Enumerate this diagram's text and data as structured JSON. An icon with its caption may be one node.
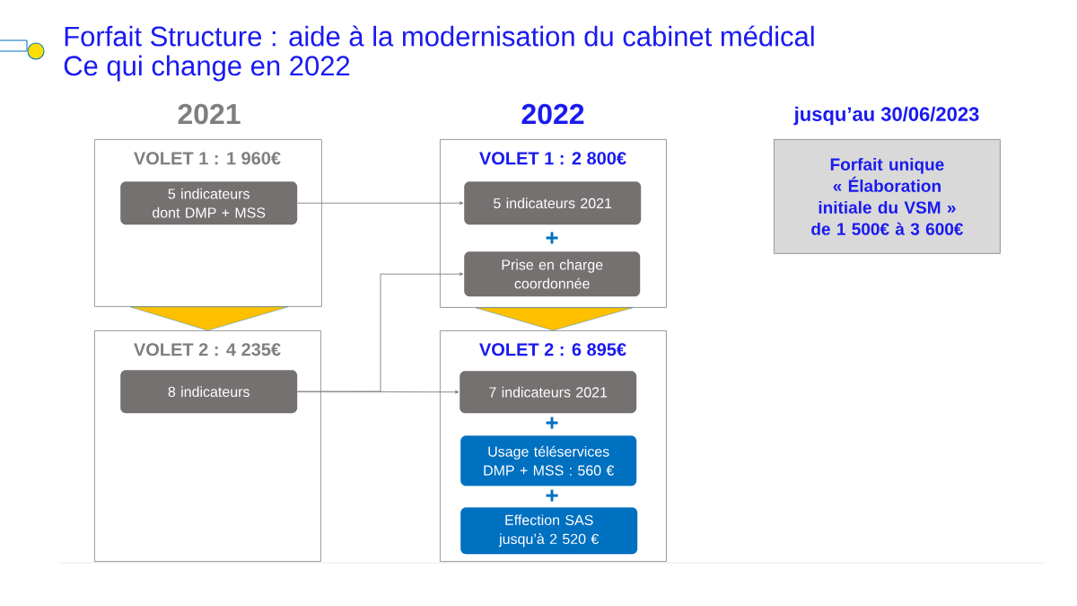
{
  "diagram": {
    "title": "Forfait Structure : aide à la modernisation du cabinet médical",
    "nodes": [
      {
        "text": [
          "VOLET 1 : 1 960€"
        ]
      },
      {
        "text": [
          "5 indicateurs dont DMP + MSS"
        ],
        "in": 0
      },
      {
        "text": [
          "VOLET 2 : 4 235€"
        ]
      },
      {
        "text": [
          "8 indicateurs"
        ],
        "in": 2
      },
      {
        "text": [
          "VOLET 1 : 2 800€"
        ]
      },
      {
        "text": [
          "5 indicateurs 2021"
        ],
        "in": 4
      },
      {
        "text": [
          "Prise en charge coordonnée"
        ],
        "in": 4
      },
      {
        "text": [
          "VOLET 2 : 6 895€"
        ]
      },
      {
        "text": [
          "7 indicateurs 2021"
        ],
        "in": 7
      },
      {
        "text": [
          "Usage téléservices DMP + MSS : 560 €"
        ],
        "in": 7
      },
      {
        "text": [
          "Effection SAS jusqu’à 2 520 €"
        ],
        "in": 7
      },
      {
        "text": [
          "Forfait unique « Élaboration initiale du VSM » de 1 500€ à 3 600€"
        ]
      }
    ],
    "edges": [
      {
        "from": 1,
        "to": 5,
        "arrow": "to"
      },
      {
        "from": 3,
        "to": 8,
        "arrow": "to"
      },
      {
        "from": 3,
        "to": 6,
        "arrow": "to"
      },
      {
        "from": 0,
        "to": 2,
        "arrow": "to",
        "color": "#ffc000"
      },
      {
        "from": 4,
        "to": 7,
        "arrow": "to",
        "color": "#ffc000"
      }
    ],
    "labels": [
      "Ce qui change en 2022",
      "2021",
      "2022",
      "jusqu’au 30/06/2023",
      "+",
      "+",
      "+"
    ]
  }
}
